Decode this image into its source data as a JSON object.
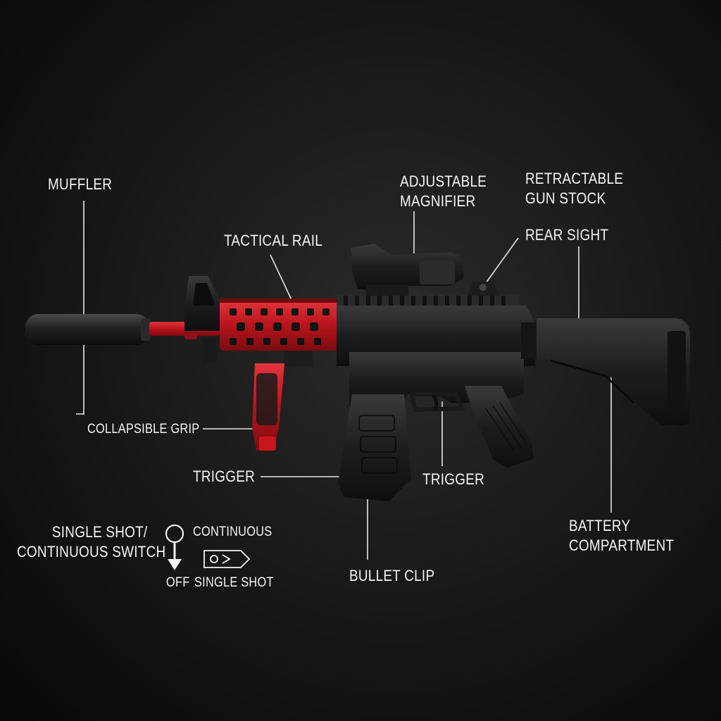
{
  "colors": {
    "accent": "#c8161d",
    "body": "#1c1c1e",
    "text": "#f4f4f4",
    "leader": "#e6e6e6"
  },
  "labels": {
    "muffler": "MUFFLER",
    "tactical_rail": "TACTICAL RAIL",
    "magnifier_line1": "ADJUSTABLE",
    "magnifier_line2": "MAGNIFIER",
    "stock_line1": "RETRACTABLE",
    "stock_line2": "GUN STOCK",
    "rear_sight": "REAR SIGHT",
    "collapsible_grip": "COLLAPSIBLE GRIP",
    "trigger_left": "TRIGGER",
    "trigger_right": "TRIGGER",
    "battery_line1": "BATTERY",
    "battery_line2": "COMPARTMENT",
    "bullet_clip": "BULLET CLIP"
  },
  "switch": {
    "title_line1": "SINGLE SHOT/",
    "title_line2": "CONTINUOUS SWITCH",
    "continuous": "CONTINUOUS",
    "off": "OFF",
    "single_shot": "SINGLE SHOT",
    "icon_switch": "toggle-down-arrow-icon",
    "icon_mode": "bullet-mode-icon"
  }
}
